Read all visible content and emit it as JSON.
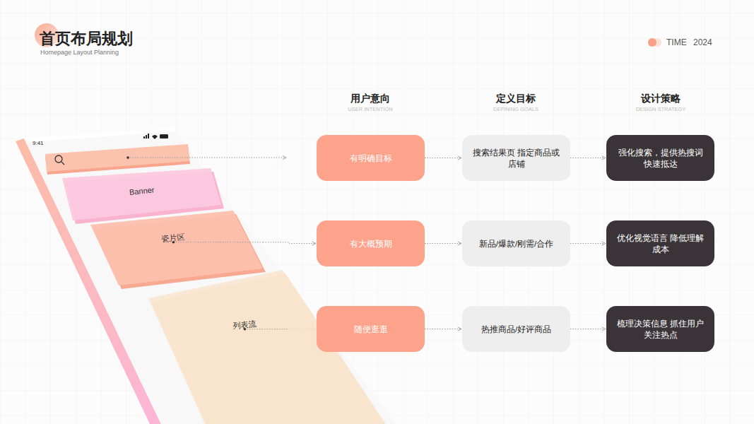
{
  "diagram": {
    "title": "首页布局规划",
    "nodes": [
      {
        "text": [
          "Banner"
        ]
      },
      {
        "text": [
          "瓷片区"
        ]
      },
      {
        "text": [
          "列表流"
        ]
      },
      {
        "text": [
          "有明确目标"
        ]
      },
      {
        "text": [
          "搜索结果页 指定商品或店铺"
        ]
      },
      {
        "text": [
          "强化搜索，提供热搜词 快速抵达"
        ]
      },
      {
        "text": [
          "有大概预期"
        ]
      },
      {
        "text": [
          "新品/爆款/刚需/合作"
        ]
      },
      {
        "text": [
          "优化视觉语言 降低理解成本"
        ]
      },
      {
        "text": [
          "随便逛逛"
        ]
      },
      {
        "text": [
          "热推商品/好评商品"
        ]
      },
      {
        "text": [
          "梳理决策信息 抓住用户关注热点"
        ]
      }
    ],
    "edges": [
      {
        "from": 1,
        "to": 6,
        "arrow": "to"
      },
      {
        "from": 2,
        "to": 9,
        "arrow": "to"
      },
      {
        "from": 3,
        "to": 4,
        "arrow": "to"
      },
      {
        "from": 4,
        "to": 5,
        "arrow": "to"
      },
      {
        "from": 6,
        "to": 7,
        "arrow": "to"
      },
      {
        "from": 7,
        "to": 8,
        "arrow": "to"
      },
      {
        "from": 9,
        "to": 10,
        "arrow": "to"
      },
      {
        "from": 10,
        "to": 11,
        "arrow": "to"
      }
    ],
    "labels": [
      "Homepage Layout Planning",
      "TIME",
      "2024",
      "用户意向",
      "USER INTENTION",
      "定义目标",
      "DEFINING GOALS",
      "设计策略",
      "DESIGN STRATEGY",
      "9:41"
    ]
  }
}
